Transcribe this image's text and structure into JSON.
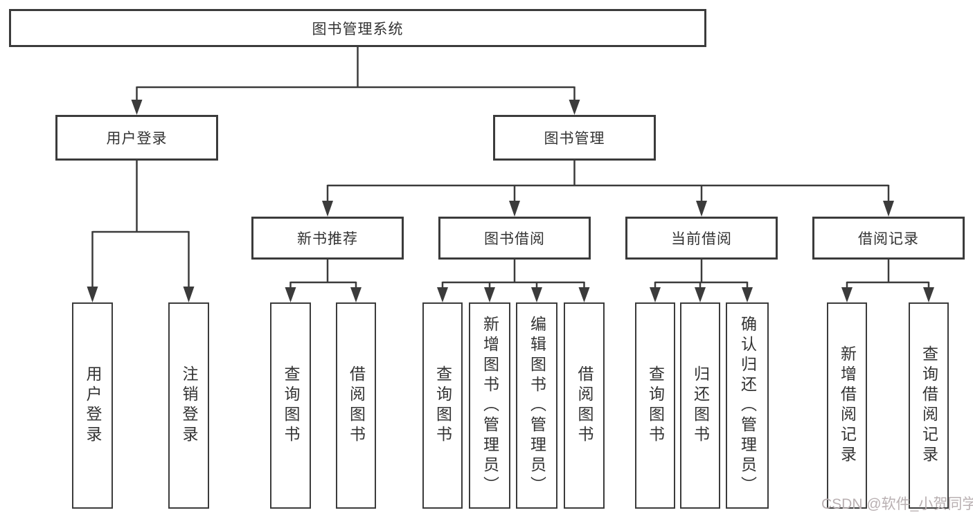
{
  "colors": {
    "line": "#3b3b3b",
    "text": "#333333",
    "watermark": "#b9b0b2",
    "background": "#ffffff"
  },
  "diagram": {
    "title": "图书管理系统",
    "root": {
      "label": "图书管理系统"
    },
    "branches": [
      {
        "label": "用户登录"
      },
      {
        "label": "图书管理"
      }
    ],
    "categories": [
      {
        "label": "新书推荐"
      },
      {
        "label": "图书借阅"
      },
      {
        "label": "当前借阅"
      },
      {
        "label": "借阅记录"
      }
    ],
    "leaves": [
      {
        "label": "用户登录"
      },
      {
        "label": "注销登录"
      },
      {
        "label": "查询图书"
      },
      {
        "label": "借阅图书"
      },
      {
        "label": "查询图书"
      },
      {
        "label": "新增图书（管理员）"
      },
      {
        "label": "编辑图书（管理员）"
      },
      {
        "label": "借阅图书"
      },
      {
        "label": "查询图书"
      },
      {
        "label": "归还图书"
      },
      {
        "label": "确认归还（管理员）"
      },
      {
        "label": "新增借阅记录"
      },
      {
        "label": "查询借阅记录"
      }
    ]
  },
  "watermark": {
    "text": "CSDN @软件_小贺同学"
  }
}
